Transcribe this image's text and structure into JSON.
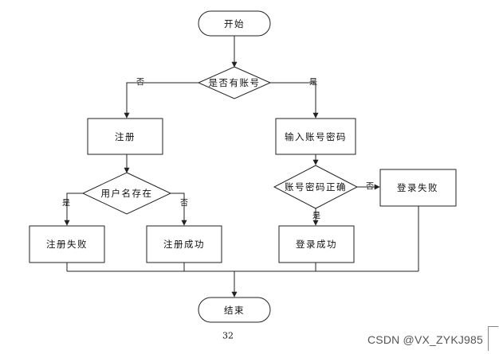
{
  "flowchart": {
    "start": "开始",
    "has_account": "是否有账号",
    "register": "注册",
    "enter_credentials": "输入账号密码",
    "username_exists": "用户名存在",
    "credentials_correct": "账号密码正确",
    "login_failed": "登录失败",
    "register_failed": "注册失败",
    "register_success": "注册成功",
    "login_success": "登录成功",
    "end": "结束",
    "edge_no": "否",
    "edge_yes": "是"
  },
  "page_number": "32",
  "watermark": "CSDN @VX_ZYKJ985"
}
